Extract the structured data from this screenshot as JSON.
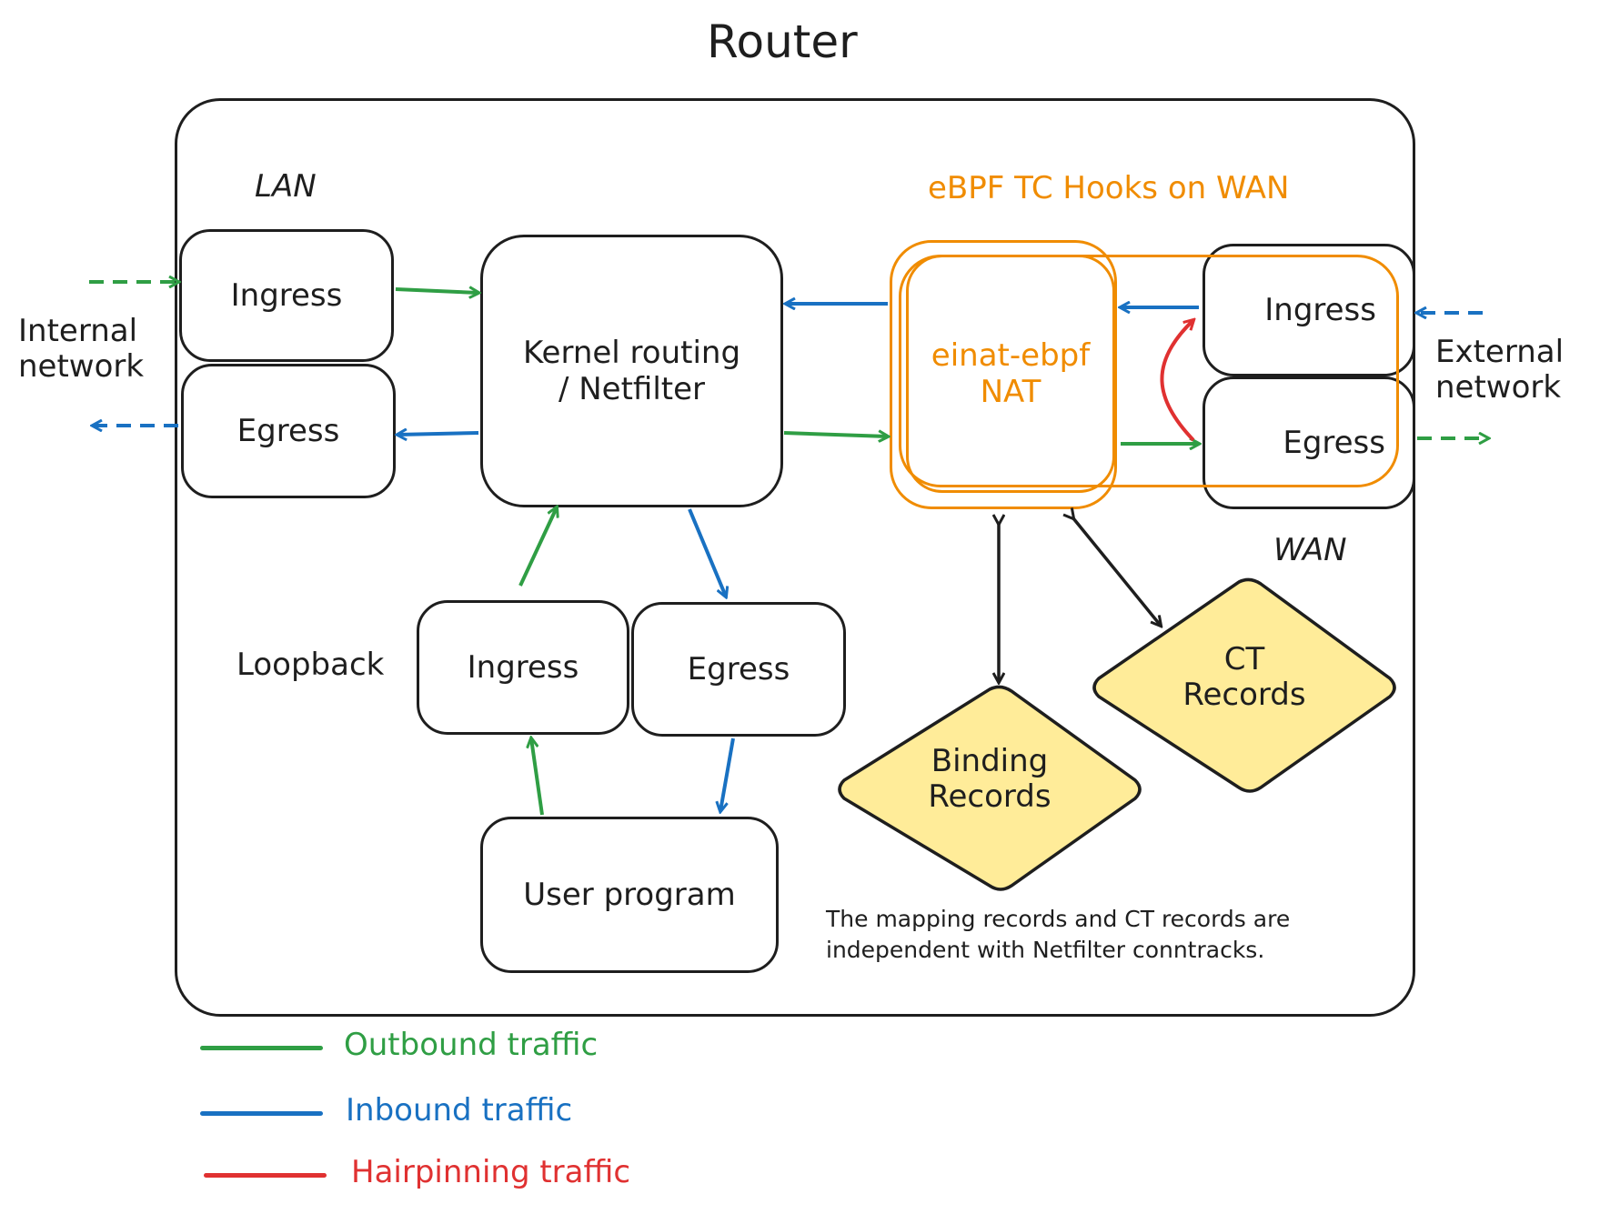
{
  "title": "Router",
  "colors": {
    "outbound": "#2f9e44",
    "inbound": "#1971c2",
    "hairpinning": "#e03131",
    "ebpf": "#f08c00",
    "records_fill": "#ffec99",
    "stroke": "#1e1e1e"
  },
  "lan": {
    "label": "LAN",
    "ingress": "Ingress",
    "egress": "Egress"
  },
  "internal_network": {
    "line1": "Internal",
    "line2": "network"
  },
  "external_network": {
    "line1": "External",
    "line2": "network"
  },
  "kernel": {
    "line1": "Kernel routing",
    "line2": "/ Netfilter"
  },
  "ebpf": {
    "label": "eBPF TC Hooks on WAN",
    "nat_line1": "einat-ebpf",
    "nat_line2": "NAT"
  },
  "wan": {
    "label": "WAN",
    "ingress": "Ingress",
    "egress": "Egress"
  },
  "loopback": {
    "label": "Loopback",
    "ingress": "Ingress",
    "egress": "Egress"
  },
  "user_program": "User program",
  "binding_records": {
    "line1": "Binding",
    "line2": "Records"
  },
  "ct_records": {
    "line1": "CT",
    "line2": "Records"
  },
  "note": {
    "line1": "The mapping records and CT records are",
    "line2": "independent with Netfilter conntracks."
  },
  "legend": {
    "outbound": "Outbound traffic",
    "inbound": "Inbound traffic",
    "hairpinning": "Hairpinning traffic"
  }
}
